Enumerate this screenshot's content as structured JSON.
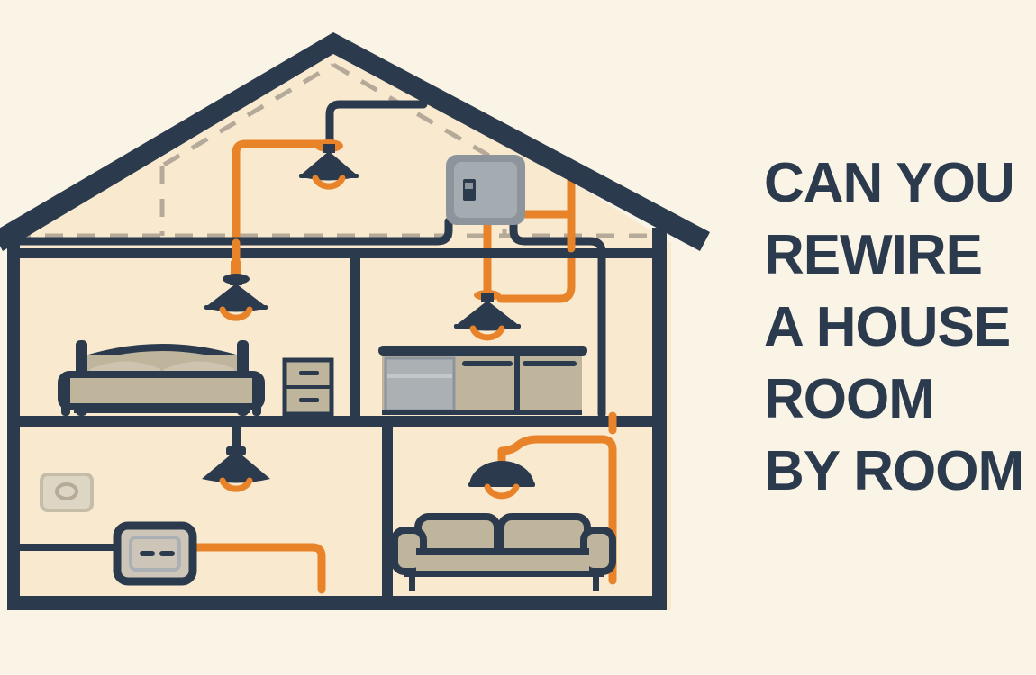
{
  "palette": {
    "page_background": "#f9f4e6",
    "house_interior": "#f8e9cf",
    "structure_navy": "#2b3a4d",
    "wire_orange": "#e8832a",
    "furniture_tan": "#bfb49c",
    "appliance_gray": "#aab0b4",
    "panel_gray": "#8d949b",
    "dashed_gray": "#b5aa9a",
    "headline_color": "#2b3a4d"
  },
  "headline": {
    "lines": [
      "CAN YOU",
      "REWIRE",
      "A HOUSE",
      "ROOM",
      "BY ROOM"
    ],
    "full_text": "CAN YOU REWIRE A HOUSE ROOM BY ROOM"
  },
  "illustration": {
    "title": "House cross-section rewiring diagram",
    "rooms": [
      {
        "id": "attic",
        "label": "Attic"
      },
      {
        "id": "bedroom",
        "label": "Bedroom"
      },
      {
        "id": "kitchen",
        "label": "Kitchen"
      },
      {
        "id": "basement",
        "label": "Basement"
      },
      {
        "id": "living-room",
        "label": "Living Room"
      }
    ],
    "fixtures": [
      {
        "id": "attic-pendant-lamp",
        "name": "Attic pendant lamp",
        "lit": true
      },
      {
        "id": "bedroom-pendant-lamp",
        "name": "Bedroom pendant lamp",
        "lit": true
      },
      {
        "id": "kitchen-pendant-lamp",
        "name": "Kitchen pendant lamp",
        "lit": true
      },
      {
        "id": "basement-pendant-lamp",
        "name": "Basement pendant lamp",
        "lit": true
      },
      {
        "id": "living-room-pendant-lamp",
        "name": "Living room pendant lamp",
        "lit": true
      },
      {
        "id": "electrical-panel",
        "name": "Electrical service panel",
        "breakers": 1
      },
      {
        "id": "wall-outlet",
        "name": "Wall outlet",
        "slots": 2
      },
      {
        "id": "wall-plate",
        "name": "Wall plate"
      },
      {
        "id": "bed",
        "name": "Bed"
      },
      {
        "id": "nightstand",
        "name": "Nightstand",
        "drawers": 2
      },
      {
        "id": "kitchen-counter",
        "name": "Kitchen counter"
      },
      {
        "id": "dishwasher",
        "name": "Dishwasher"
      },
      {
        "id": "sofa",
        "name": "Sofa",
        "cushions": 2
      }
    ],
    "wire_runs": [
      {
        "id": "orange-attic-run",
        "color": "#e8832a"
      },
      {
        "id": "orange-panel-run",
        "color": "#e8832a"
      },
      {
        "id": "orange-living-room-run",
        "color": "#e8832a"
      },
      {
        "id": "orange-basement-run",
        "color": "#e8832a"
      },
      {
        "id": "navy-attic-run",
        "color": "#2b3a4d"
      },
      {
        "id": "navy-panel-run",
        "color": "#2b3a4d"
      }
    ]
  }
}
